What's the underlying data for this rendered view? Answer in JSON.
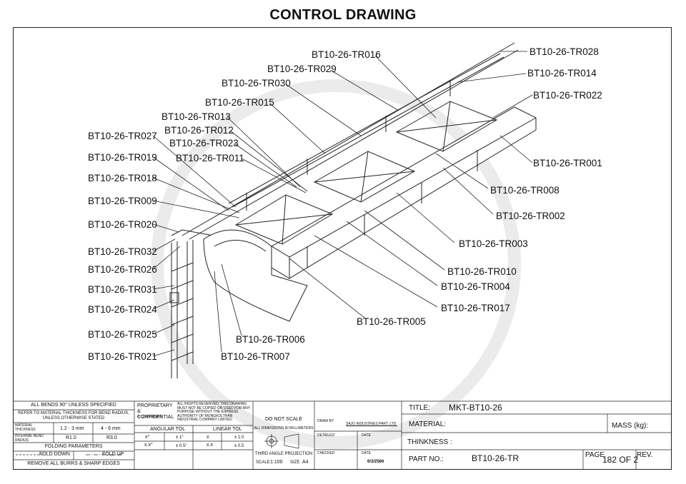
{
  "title": "CONTROL DRAWING",
  "labels": {
    "tr028": "BT10-26-TR028",
    "tr016": "BT10-26-TR016",
    "tr014": "BT10-26-TR014",
    "tr029": "BT10-26-TR029",
    "tr030": "BT10-26-TR030",
    "tr022": "BT10-26-TR022",
    "tr015": "BT10-26-TR015",
    "tr013": "BT10-26-TR013",
    "tr012": "BT10-26-TR012",
    "tr027": "BT10-26-TR027",
    "tr023": "BT10-26-TR023",
    "tr011": "BT10-26-TR011",
    "tr019": "BT10-26-TR019",
    "tr001": "BT10-26-TR001",
    "tr018": "BT10-26-TR018",
    "tr008": "BT10-26-TR008",
    "tr009": "BT10-26-TR009",
    "tr002": "BT10-26-TR002",
    "tr020": "BT10-26-TR020",
    "tr003": "BT10-26-TR003",
    "tr032": "BT10-26-TR032",
    "tr026": "BT10-26-TR026",
    "tr010": "BT10-26-TR010",
    "tr004": "BT10-26-TR004",
    "tr031": "BT10-26-TR031",
    "tr017": "BT10-26-TR017",
    "tr024": "BT10-26-TR024",
    "tr005": "BT10-26-TR005",
    "tr025": "BT10-26-TR025",
    "tr006": "BT10-26-TR006",
    "tr021": "BT10-26-TR021",
    "tr007": "BT10-26-TR007"
  },
  "title_block": {
    "bends": "ALL BENDS 90° UNLESS SPECIFIED",
    "refer": "REFER TO MATERIAL THICKNESS FOR BEND RADIUS, UNLESS OTHERWISE STATED",
    "material_thickness": "MATERIAL THICKNESS",
    "thk1": "1.2 - 3 mm",
    "thk2": "4 - 6 mm",
    "internal_bend_radius": "INTERNAL BEND RADIUS",
    "r1": "R1.0",
    "r2": "R3.0",
    "folding_parameters": "FOLDING PARAMETERS",
    "fold_down": "FOLD DOWN",
    "fold_up": "FOLD UP",
    "remove_burrs": "REMOVE ALL BURRS & SHARP EDGES",
    "proprietary": "PROPRIETARY & CONFIDENTIAL",
    "copyright": "© COPYRIGHT",
    "rights": "ALL RIGHTS RESERVED. THIS DRAWING MUST NOT BE COPIED OR USED FOR ANY PURPOSE WITHOUT THE EXPRESS AUTHORITY OF MONGKOLTHAB INDUSTRIAL COMPANY LIMITED",
    "angular_tol": "ANGULAR TOL",
    "linear_tol": "LINEAR TOL",
    "ang_x": "x°",
    "ang_x_val": "± 1°",
    "ang_xx": "x.x°",
    "ang_xx_val": "± 0.5°",
    "lin_x": "x",
    "lin_x_val": "± 1.0",
    "lin_xx": "x.x",
    "lin_xx_val": "± 0.5",
    "do_not_scale": "DO NOT SCALE",
    "dims_mm": "ALL DIMENSIONS IN MILLIMETERS",
    "third_angle": "THIRD ANGLE PROJECTION",
    "scale_label": "SCALE",
    "scale_value": "1:100",
    "size_label": "SIZE",
    "size_value": "A4",
    "drawn_by": "DRAW BY",
    "drawn_by_value": "SAJO INDUSTRIES PART. LTD.",
    "detailed": "DETAILED",
    "date": "DATE",
    "checked": "CHECKED",
    "date2": "DATE",
    "date_value": "6/3/2566",
    "title_label": "TITLE:",
    "title_value": "MKT-BT10-26",
    "material_label": "MATERIAL:",
    "mass_label": "MASS (kg):",
    "thickness_label": "THINKNESS :",
    "part_no_label": "PART NO.:",
    "part_no_value": "BT10-26-TR",
    "page_label": "PAGE",
    "page_value": "182 OF 2",
    "rev_label": "REV."
  }
}
